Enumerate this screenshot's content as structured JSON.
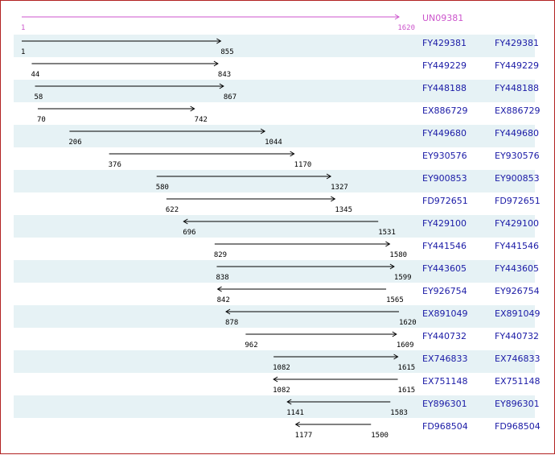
{
  "query": {
    "name": "UN09381",
    "start": 1,
    "end": 1620,
    "color": "#cc55cc"
  },
  "scale": {
    "min": 1,
    "max": 1620
  },
  "colors": {
    "row_band": "#e6f2f5",
    "link": "#1a1aa6",
    "arrow": "#000000",
    "border": "#b22222"
  },
  "hits": [
    {
      "name": "FY429381",
      "link": "FY429381",
      "start": 1,
      "end": 855,
      "dir": "fwd"
    },
    {
      "name": "FY449229",
      "link": "FY449229",
      "start": 44,
      "end": 843,
      "dir": "fwd"
    },
    {
      "name": "FY448188",
      "link": "FY448188",
      "start": 58,
      "end": 867,
      "dir": "fwd"
    },
    {
      "name": "EX886729",
      "link": "EX886729",
      "start": 70,
      "end": 742,
      "dir": "fwd"
    },
    {
      "name": "FY449680",
      "link": "FY449680",
      "start": 206,
      "end": 1044,
      "dir": "fwd"
    },
    {
      "name": "EY930576",
      "link": "EY930576",
      "start": 376,
      "end": 1170,
      "dir": "fwd"
    },
    {
      "name": "EY900853",
      "link": "EY900853",
      "start": 580,
      "end": 1327,
      "dir": "fwd"
    },
    {
      "name": "FD972651",
      "link": "FD972651",
      "start": 622,
      "end": 1345,
      "dir": "fwd"
    },
    {
      "name": "FY429100",
      "link": "FY429100",
      "start": 696,
      "end": 1531,
      "dir": "rev"
    },
    {
      "name": "FY441546",
      "link": "FY441546",
      "start": 829,
      "end": 1580,
      "dir": "fwd"
    },
    {
      "name": "FY443605",
      "link": "FY443605",
      "start": 838,
      "end": 1599,
      "dir": "fwd"
    },
    {
      "name": "EY926754",
      "link": "EY926754",
      "start": 842,
      "end": 1565,
      "dir": "rev"
    },
    {
      "name": "EX891049",
      "link": "EX891049",
      "start": 878,
      "end": 1620,
      "dir": "rev"
    },
    {
      "name": "FY440732",
      "link": "FY440732",
      "start": 962,
      "end": 1609,
      "dir": "fwd"
    },
    {
      "name": "EX746833",
      "link": "EX746833",
      "start": 1082,
      "end": 1615,
      "dir": "fwd"
    },
    {
      "name": "EX751148",
      "link": "EX751148",
      "start": 1082,
      "end": 1615,
      "dir": "rev"
    },
    {
      "name": "EY896301",
      "link": "EY896301",
      "start": 1141,
      "end": 1583,
      "dir": "rev"
    },
    {
      "name": "FD968504",
      "link": "FD968504",
      "start": 1177,
      "end": 1500,
      "dir": "rev"
    }
  ]
}
